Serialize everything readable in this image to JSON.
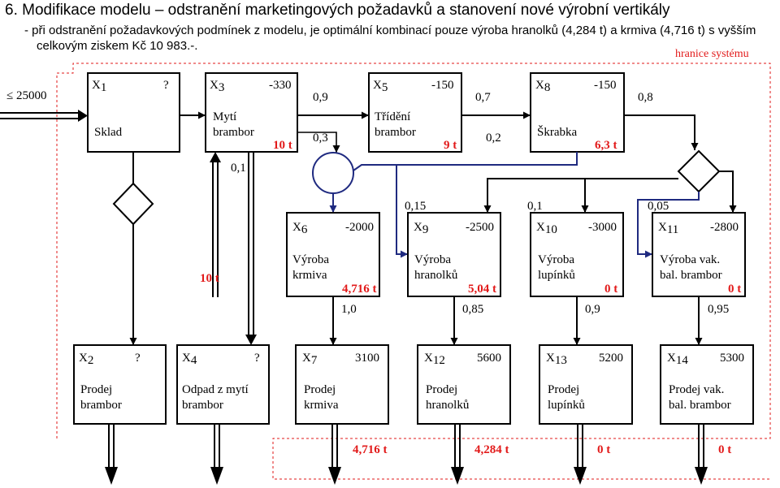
{
  "title": "6. Modifikace modelu – odstranění marketingových požadavků a stanovení nové výrobní vertikály",
  "description_line1": "- při odstranění požadavkových podmínek z modelu, je optimální kombinací pouze výroba hranolků (4,284 t) a krmiva (4,716 t) s vyšším",
  "description_line2": "celkovým ziskem Kč 10 983.-.",
  "system_boundary_label": "hranice systému",
  "input_limit": "≤ 25000",
  "boxes": {
    "x1": {
      "var": "X",
      "sub": "1",
      "value": "?",
      "name1": "Sklad"
    },
    "x3": {
      "var": "X",
      "sub": "3",
      "value": "-330",
      "name1": "Mytí",
      "name2": "brambor",
      "amount": "10 t"
    },
    "x5": {
      "var": "X",
      "sub": "5",
      "value": "-150",
      "name1": "Třídění",
      "name2": "brambor",
      "amount": "9 t"
    },
    "x8": {
      "var": "X",
      "sub": "8",
      "value": "-150",
      "name1": "Škrabka",
      "amount": "6,3 t"
    },
    "x6": {
      "var": "X",
      "sub": "6",
      "value": "-2000",
      "name1": "Výroba",
      "name2": "krmiva",
      "amount": "4,716 t"
    },
    "x9": {
      "var": "X",
      "sub": "9",
      "value": "-2500",
      "name1": "Výroba",
      "name2": "hranolků",
      "amount": "5,04 t"
    },
    "x10": {
      "var": "X",
      "sub": "10",
      "value": "-3000",
      "name1": "Výroba",
      "name2": "lupínků",
      "amount": "0 t"
    },
    "x11": {
      "var": "X",
      "sub": "11",
      "value": "-2800",
      "name1": "Výroba vak.",
      "name2": "bal. brambor",
      "amount": "0 t"
    },
    "x2": {
      "var": "X",
      "sub": "2",
      "value": "?",
      "name1": "Prodej",
      "name2": "brambor"
    },
    "x4": {
      "var": "X",
      "sub": "4",
      "value": "?",
      "name1": "Odpad z mytí",
      "name2": "brambor"
    },
    "x7": {
      "var": "X",
      "sub": "7",
      "value": "3100",
      "name1": "Prodej",
      "name2": "krmiva"
    },
    "x12": {
      "var": "X",
      "sub": "12",
      "value": "5600",
      "name1": "Prodej",
      "name2": "hranolků"
    },
    "x13": {
      "var": "X",
      "sub": "13",
      "value": "5200",
      "name1": "Prodej",
      "name2": "lupínků"
    },
    "x14": {
      "var": "X",
      "sub": "14",
      "value": "5300",
      "name1": "Prodej vak.",
      "name2": "bal. brambor"
    }
  },
  "coefficients": {
    "c_x3_x5": "0,9",
    "c_x3_waste": "0,1",
    "c_x3_x6": "0,3",
    "c_x5_x8": "0,7",
    "c_x5_x9": "0,2",
    "c_x8_out": "0,8",
    "c_into_x9": "0,15",
    "c_into_x10": "0,1",
    "c_into_x11": "0,05",
    "c_x6_out": "1,0",
    "c_x9_out": "0,85",
    "c_x10_out": "0,9",
    "c_x11_out": "0,95"
  },
  "flows": {
    "waste_amount": "10 t",
    "out_x7": "4,716 t",
    "out_x12": "4,284 t",
    "out_x13": "0 t",
    "out_x14": "0 t"
  },
  "colors": {
    "line": "#000000",
    "highlight": "#1f2a80",
    "amount_red": "#e21a1a",
    "boundary": "#e21a1a"
  }
}
